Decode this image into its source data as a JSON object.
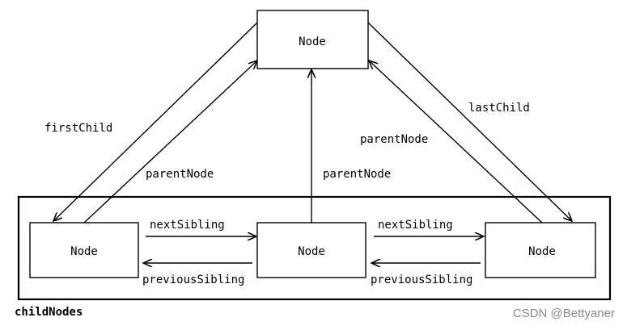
{
  "diagram": {
    "nodes": {
      "parent": "Node",
      "first": "Node",
      "middle": "Node",
      "last": "Node"
    },
    "edges": {
      "first_child": "firstChild",
      "parent_node_left": "parentNode",
      "parent_node_middle": "parentNode",
      "parent_node_right": "parentNode",
      "last_child": "lastChild",
      "next_sibling_1": "nextSibling",
      "next_sibling_2": "nextSibling",
      "previous_sibling_1": "previousSibling",
      "previous_sibling_2": "previousSibling"
    },
    "group_label": "childNodes"
  },
  "watermark": "CSDN @Bettyaner"
}
